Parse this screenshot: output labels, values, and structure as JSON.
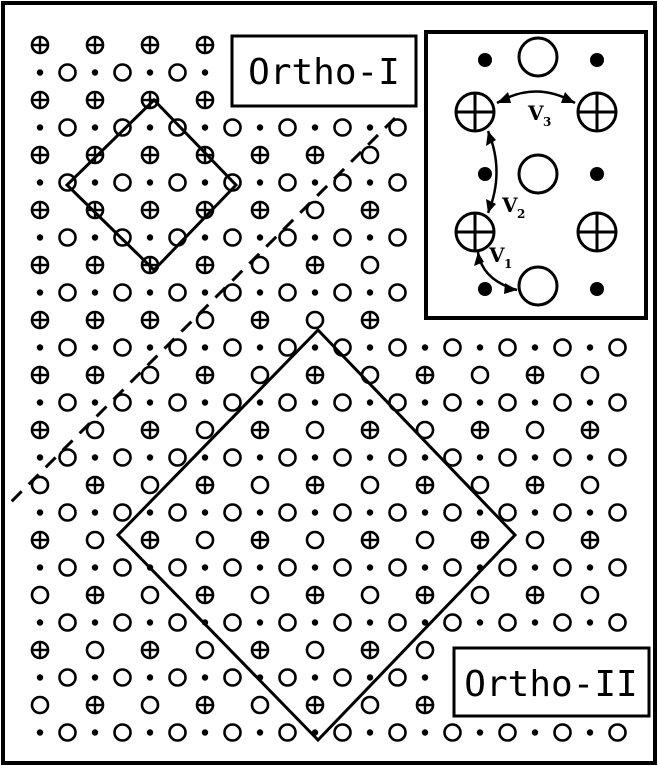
{
  "labels": {
    "ortho_i": "Ortho-I",
    "ortho_ii": "Ortho-II"
  },
  "inset": {
    "v1": "V",
    "v1_sub": "1",
    "v2": "V",
    "v2_sub": "2",
    "v3": "V",
    "v3_sub": "3"
  },
  "legend_symbols": [
    "small-filled-dot",
    "open-circle",
    "circle-plus"
  ]
}
